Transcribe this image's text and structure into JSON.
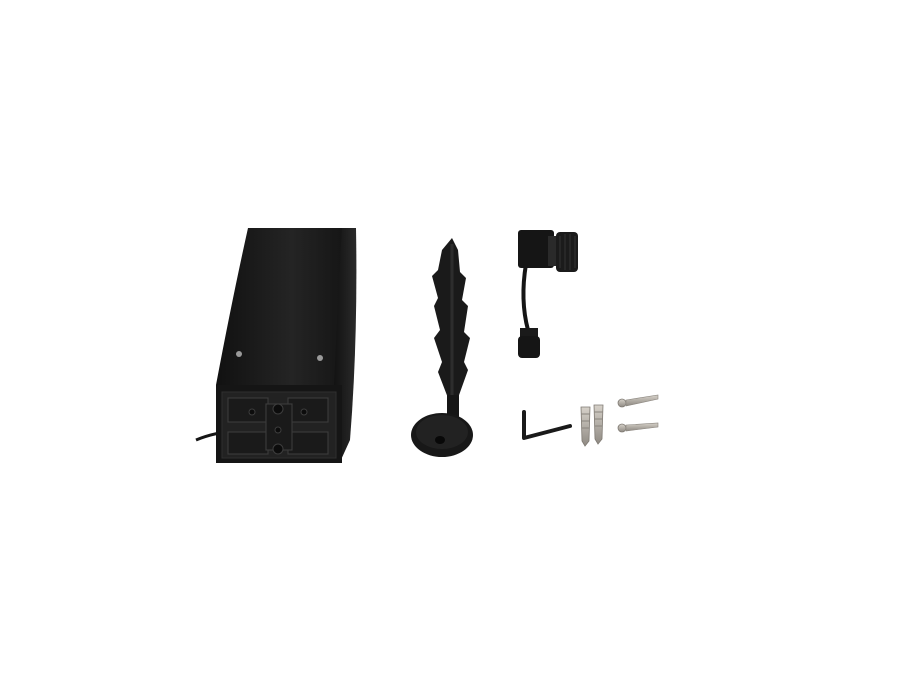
{
  "scene": {
    "background": "#ffffff",
    "product_color": "#1c1c1c",
    "metal_color": "#b9b4ac",
    "items": [
      {
        "name": "light-housing"
      },
      {
        "name": "ground-spike"
      },
      {
        "name": "cable-connector"
      },
      {
        "name": "allen-key"
      },
      {
        "name": "wall-plugs"
      },
      {
        "name": "screws"
      }
    ]
  }
}
